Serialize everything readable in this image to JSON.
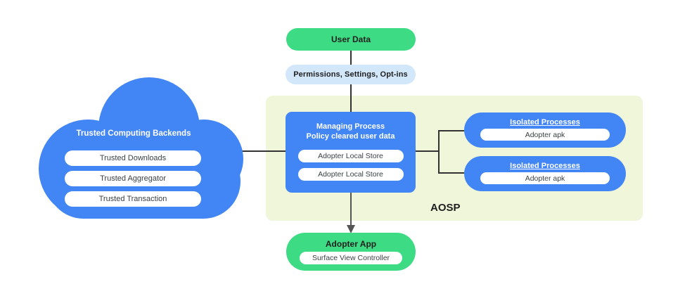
{
  "colors": {
    "green": "#3ddc84",
    "blue": "#4285f4",
    "light_blue": "#d3e7fb",
    "aosp_region": "#eff6d9",
    "connector": "#333333",
    "text_dark": "#1f1f1f",
    "white": "#ffffff"
  },
  "top": {
    "user_data": "User Data",
    "permissions": "Permissions,  Settings, Opt-ins"
  },
  "cloud": {
    "title": "Trusted Computing Backends",
    "items": [
      "Trusted Downloads",
      "Trusted Aggregator",
      "Trusted Transaction"
    ]
  },
  "managing": {
    "title_line1": "Managing Process",
    "title_line2": "Policy cleared user data",
    "stores": [
      "Adopter Local Store",
      "Adopter Local Store"
    ]
  },
  "isolated": [
    {
      "title": "Isolated Processes",
      "item": "Adopter apk"
    },
    {
      "title": "Isolated Processes",
      "item": "Adopter apk"
    }
  ],
  "aosp": {
    "label": "AOSP"
  },
  "adopter_app": {
    "title": "Adopter App",
    "item": "Surface View Controller"
  }
}
